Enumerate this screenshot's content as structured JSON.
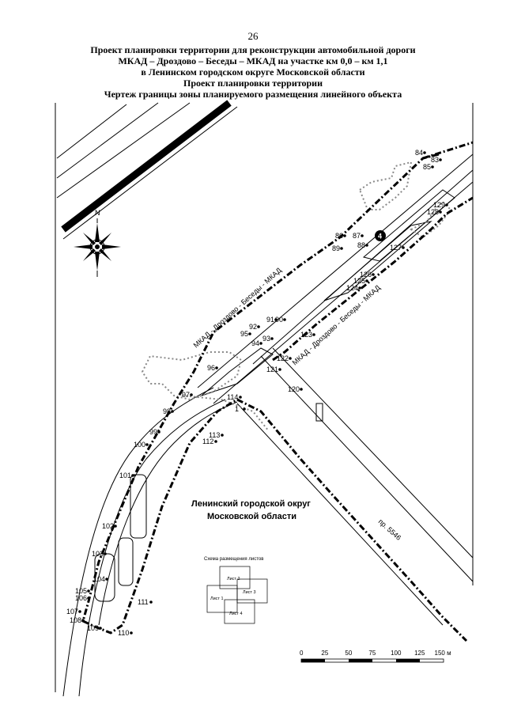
{
  "page_number": "26",
  "titles": [
    "Проект планировки территории для реконструкции автомобильной дороги",
    "МКАД – Дроздово – Беседы – МКАД на участке км 0,0 – км 1,1",
    "в Ленинском городском округе Московской области",
    "Проект планировки территории",
    "Чертеж границы зоны планируемого размещения линейного объекта"
  ],
  "compass": {
    "north": "N"
  },
  "road_labels": [
    "МКАД - Дроздово - Беседы - МКАД",
    "МКАД - Дроздово - Беседы - МКАД",
    "пр. 5546"
  ],
  "region_label": [
    "Ленинский городской округ",
    "Московской области"
  ],
  "marker_label": "4",
  "points": [
    "84",
    "83",
    "85",
    "129",
    "128",
    "86",
    "87",
    "89",
    "88",
    "127",
    "126",
    "125",
    "124",
    "91",
    "90",
    "92",
    "95",
    "93",
    "94",
    "123",
    "122",
    "121",
    "96",
    "120",
    "97",
    "114",
    "1",
    "98",
    "99",
    "113",
    "112",
    "100",
    "101",
    "102",
    "103",
    "104",
    "105",
    "106",
    "111",
    "107",
    "108",
    "109",
    "110"
  ],
  "inset": {
    "title": "Схема размещения листов",
    "sheets": [
      "Лист 2",
      "Лист 1",
      "Лист 3",
      "Лист 4"
    ]
  },
  "scale": {
    "ticks": [
      "0",
      "25",
      "50",
      "75",
      "100",
      "125",
      "150 м"
    ]
  }
}
